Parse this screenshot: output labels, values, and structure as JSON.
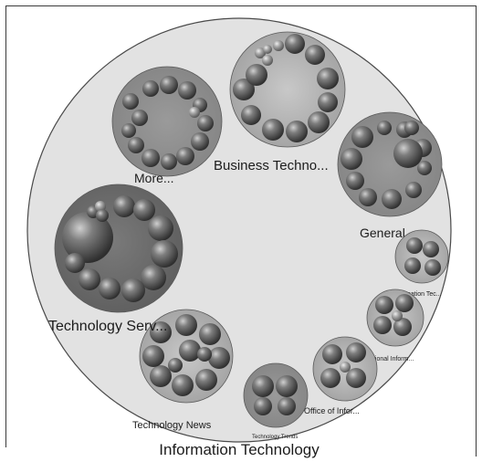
{
  "title": "Information Technology",
  "groups": [
    {
      "name": "More...",
      "size": "medium",
      "items": 14
    },
    {
      "name": "Business Techno...",
      "size": "medium",
      "items": 14
    },
    {
      "name": "General",
      "size": "medium",
      "items": 12
    },
    {
      "name": "Information Tec...",
      "size": "small",
      "items": 4
    },
    {
      "name": "National Inform...",
      "size": "small",
      "items": 5
    },
    {
      "name": "Office of Infor...",
      "size": "small",
      "items": 5
    },
    {
      "name": "Technology News",
      "size": "medium",
      "items": 11
    },
    {
      "name": "Technology Serv...",
      "size": "large",
      "items": 13
    },
    {
      "name": "Technology Trends",
      "size": "small",
      "items": 4
    }
  ],
  "colors": {
    "outer_fill": "#e2e2e2",
    "outer_stroke": "#4a4a4a",
    "group_fill": "#8e8e8e",
    "group_fill_large": "#6e6e6e",
    "ball": "#6a6a6a"
  }
}
